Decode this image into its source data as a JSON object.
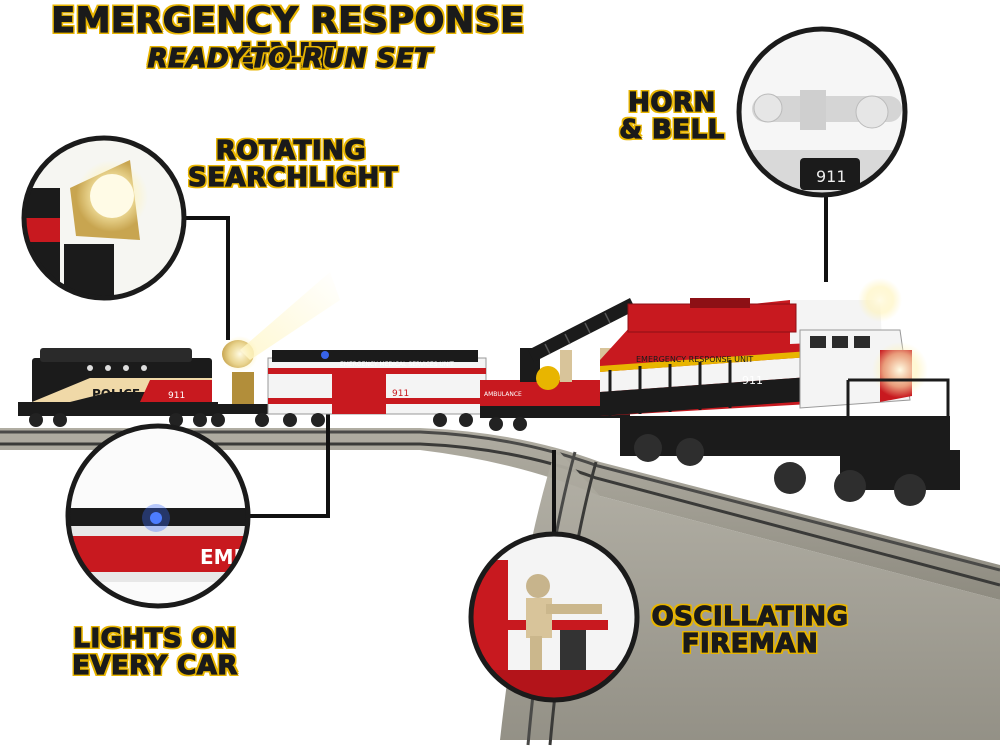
{
  "header": {
    "title": "EMERGENCY RESPONSE UNIT",
    "subtitle": "READY-TO-RUN SET"
  },
  "callouts": {
    "searchlight": {
      "line1": "ROTATING",
      "line2": "SEARCHLIGHT"
    },
    "horn": {
      "line1": "HORN",
      "line2": "& BELL"
    },
    "lights": {
      "line1": "LIGHTS ON",
      "line2": "EVERY CAR"
    },
    "fireman": {
      "line1": "OSCILLATING",
      "line2": "FIREMAN"
    }
  },
  "train": {
    "locomotive_name": "EMERGENCY RESPONSE UNIT",
    "locomotive_number": "911",
    "medical_car_name": "EMERGENCY MEDICAL SERVICES UNIT",
    "medical_car_number": "911",
    "caboose_name": "POLICE",
    "caboose_number": "911",
    "ambulance_text": "AMBULANCE",
    "zoom_car_text": "EME",
    "horn_zoom_number": "911"
  },
  "colors": {
    "accent_yellow": "#e8b500",
    "train_red": "#c8191f",
    "train_black": "#1b1b1b",
    "train_white": "#f4f4f4",
    "track_gray": "#9a9a92"
  }
}
